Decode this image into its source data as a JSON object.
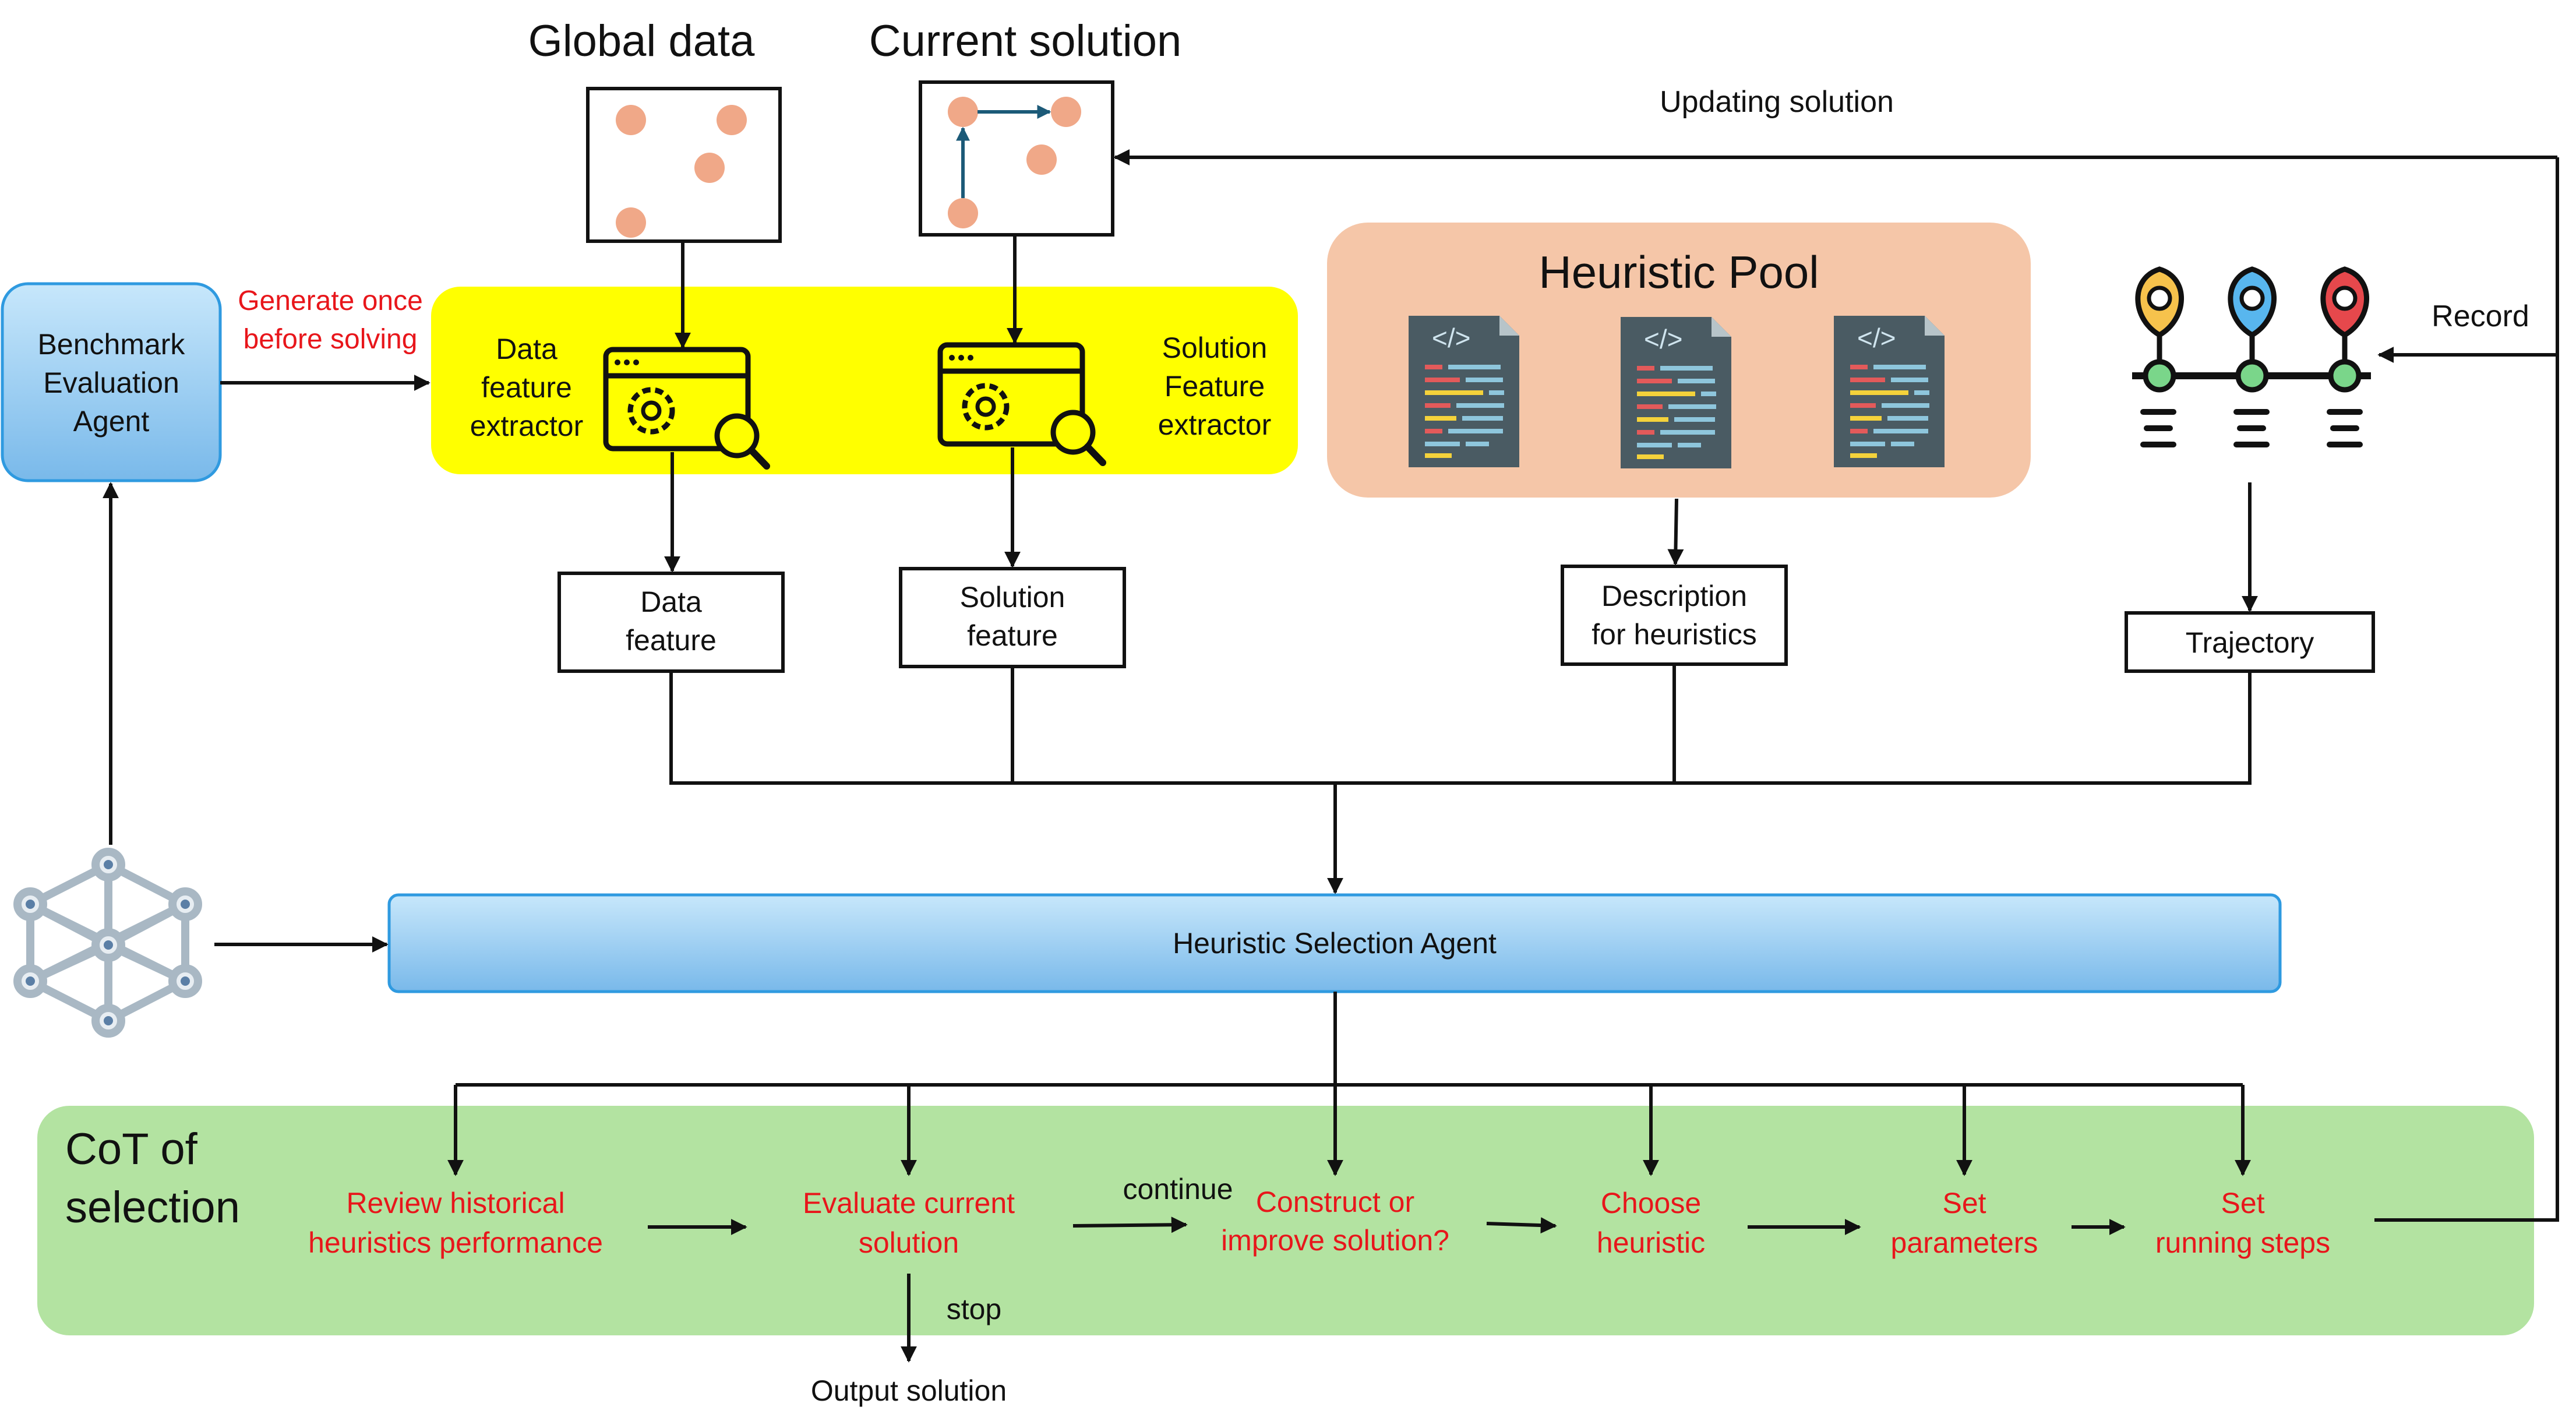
{
  "colors": {
    "yellow_band": "#ffff00",
    "heuristic_pool_bg": "#f5c6a8",
    "cot_bg": "#b3e3a1",
    "agent_blue_top": "#bfe3fa",
    "agent_blue_bottom": "#7fbfed",
    "agent_border": "#2f9ae0",
    "dot_orange": "#f0a888",
    "red_text": "#e8161b",
    "arrow": "#111111",
    "doc_dark": "#4a5b63",
    "doc_fold": "#b7c4c9"
  },
  "headers": {
    "global_data": "Global data",
    "current_solution": "Current solution",
    "updating_solution": "Updating solution",
    "record": "Record"
  },
  "benchmark_agent": {
    "lines": [
      "Benchmark",
      "Evaluation",
      "Agent"
    ]
  },
  "generate_note": {
    "lines": [
      "Generate  once",
      "before solving"
    ]
  },
  "data_extractor": {
    "lines": [
      "Data",
      "feature",
      "extractor"
    ]
  },
  "solution_extractor": {
    "lines": [
      "Solution",
      "Feature",
      "extractor"
    ]
  },
  "heuristic_pool": {
    "title": "Heuristic Pool"
  },
  "boxes": {
    "data_feature": [
      "Data",
      "feature"
    ],
    "solution_feature": [
      "Solution",
      "feature"
    ],
    "description": [
      "Description",
      "for heuristics"
    ],
    "trajectory": [
      "Trajectory"
    ]
  },
  "selection_agent": {
    "label": "Heuristic Selection Agent"
  },
  "cot": {
    "title_lines": [
      "CoT of",
      "selection"
    ],
    "steps": [
      {
        "lines": [
          "Review historical",
          "heuristics performance"
        ]
      },
      {
        "lines": [
          "Evaluate current",
          "solution"
        ]
      },
      {
        "lines": [
          "Construct or",
          "improve solution?"
        ]
      },
      {
        "lines": [
          "Choose",
          "heuristic"
        ]
      },
      {
        "lines": [
          "Set",
          "parameters"
        ]
      },
      {
        "lines": [
          "Set",
          "running steps"
        ]
      }
    ],
    "continue_label": "continue",
    "stop_label": "stop",
    "output_label": "Output solution"
  }
}
